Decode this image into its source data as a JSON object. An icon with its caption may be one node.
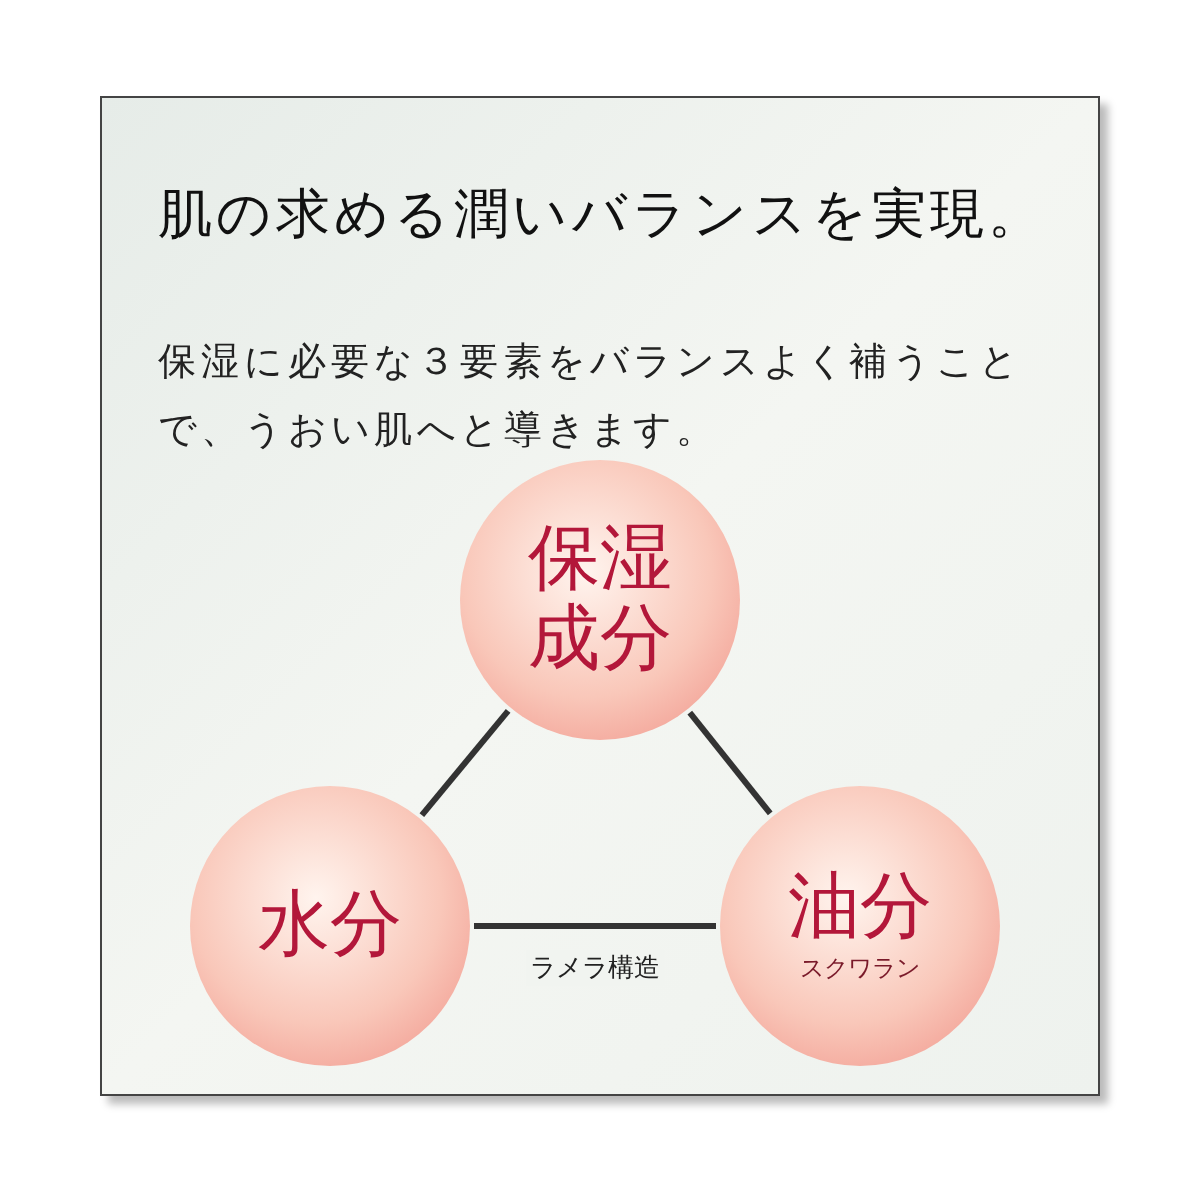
{
  "diagram": {
    "title": "肌の求める潤いバランスを実現。",
    "nodes": [
      {
        "text": [
          "保湿成分"
        ]
      },
      {
        "text": [
          "水分"
        ]
      },
      {
        "text": [
          "油分",
          "スクワラン"
        ]
      }
    ],
    "edges": [
      {
        "from": 0,
        "to": 1,
        "arrow": "none"
      },
      {
        "from": 0,
        "to": 2,
        "arrow": "none"
      },
      {
        "from": 1,
        "to": 2,
        "arrow": "none",
        "label": "ラメラ構造"
      }
    ],
    "labels": [
      "保湿に必要な３要素をバランスよく補うことで、うおい肌へと導きます。"
    ]
  }
}
